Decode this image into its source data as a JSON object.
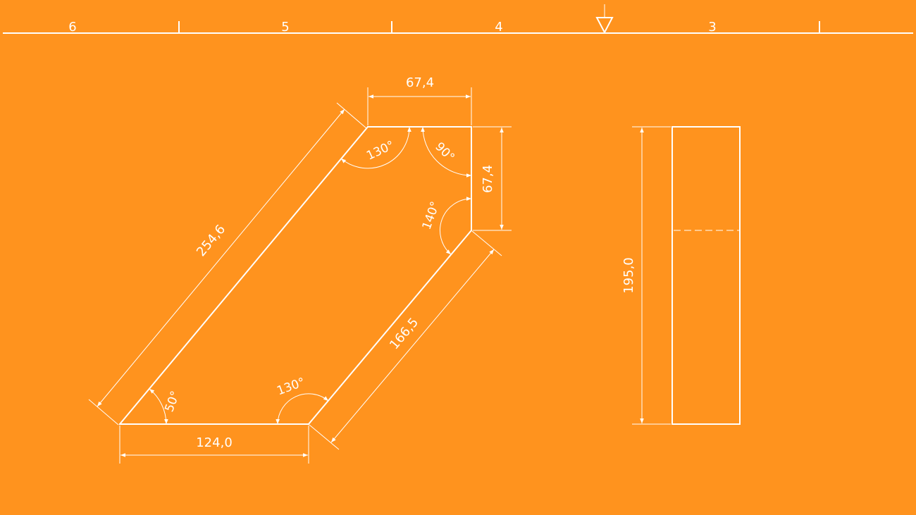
{
  "colors": {
    "background": "#FF931E",
    "line": "#FFFFFF"
  },
  "ruler": {
    "labels": [
      "6",
      "5",
      "4",
      "3"
    ]
  },
  "dimensions": {
    "top_width": "67,4",
    "right_height": "67,4",
    "long_diagonal": "254,6",
    "short_diagonal": "166,5",
    "bottom_width": "124,0",
    "side_view_height": "195,0"
  },
  "angles": {
    "top_left": "130°",
    "top_right": "90°",
    "right": "140°",
    "bottom_left": "50°",
    "bottom_right": "130°"
  }
}
